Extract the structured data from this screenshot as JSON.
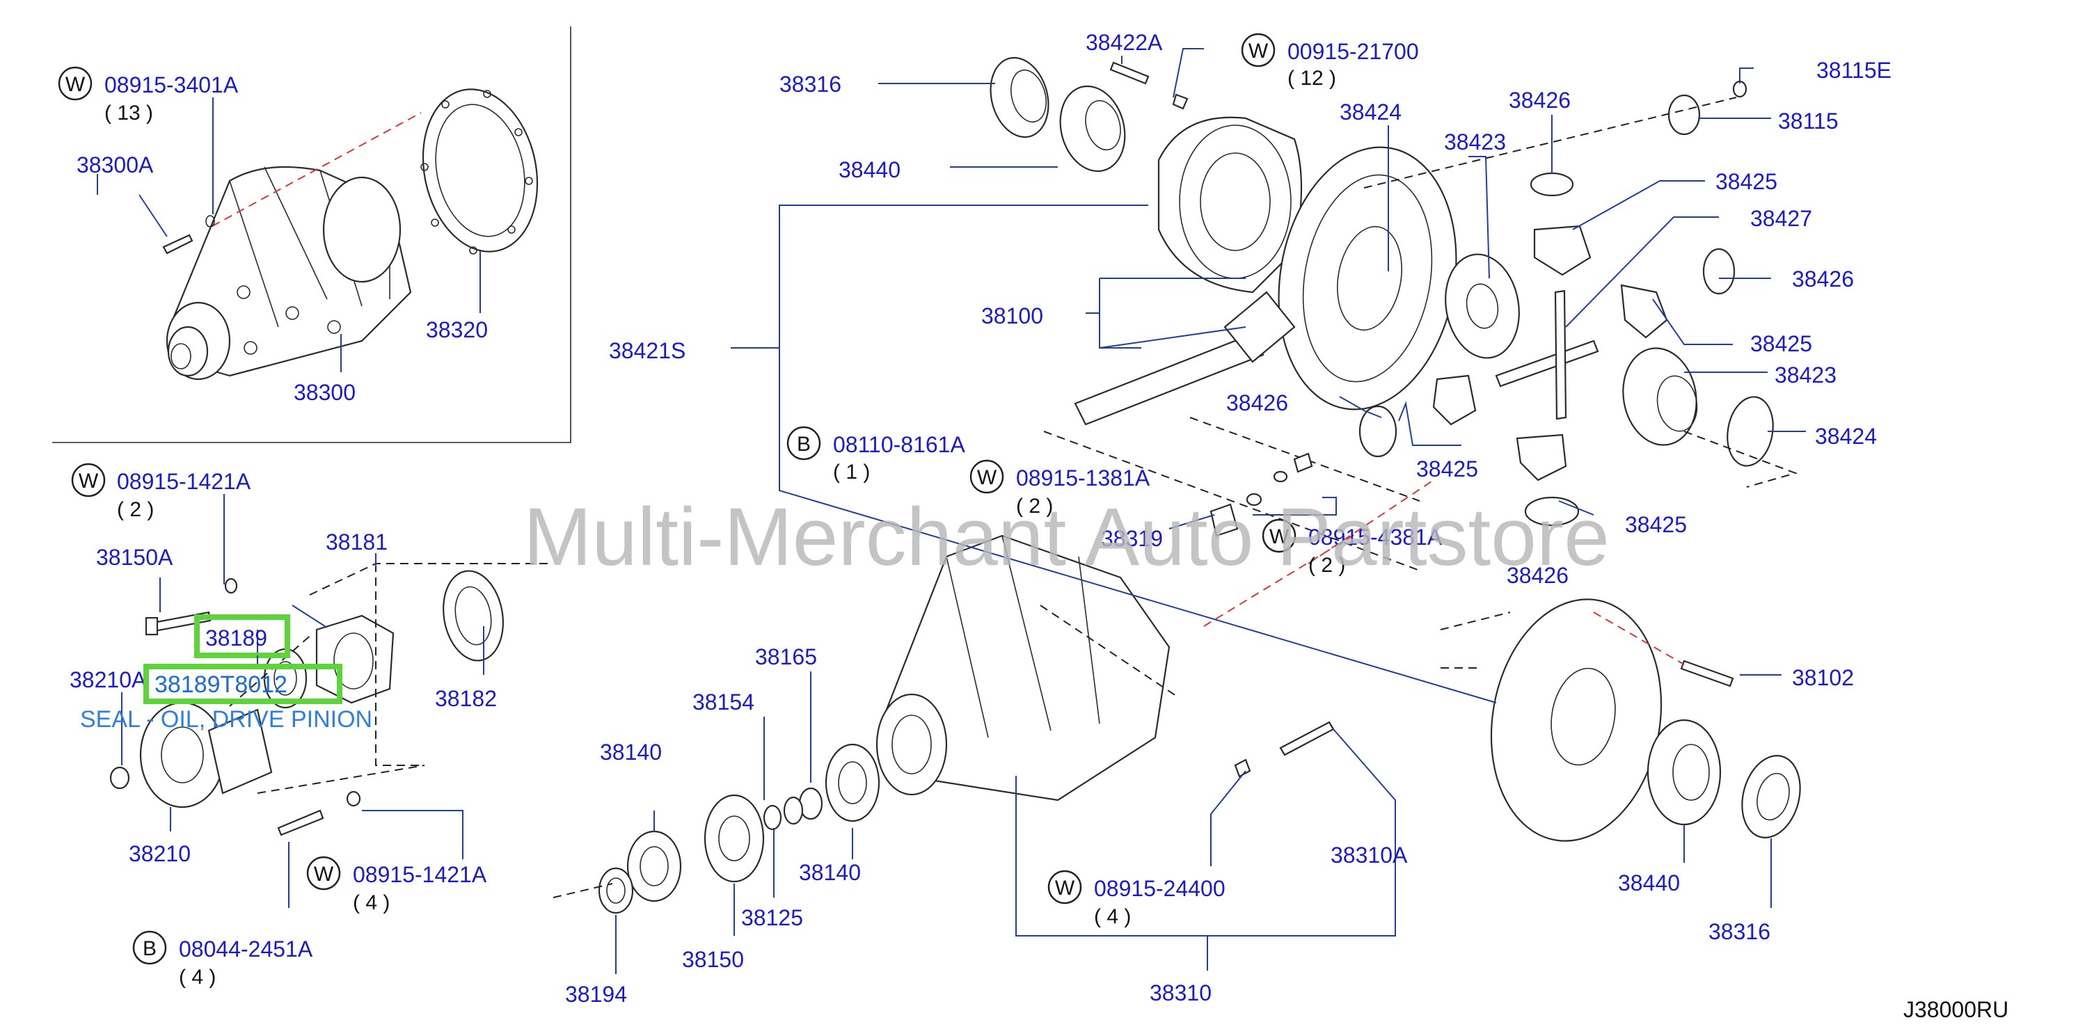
{
  "watermark": "Multi-Merchant Auto Partstore",
  "diagram_code": "J38000RU",
  "highlight": {
    "part": "38189",
    "part_number": "38189T8012",
    "description": "SEAL - OIL, DRIVE PINION"
  },
  "labels": {
    "p38316a": "38316",
    "p38440a": "38440",
    "p38422A": "38422A",
    "p38424a": "38424",
    "p38423a": "38423",
    "p38426a": "38426",
    "p38115E": "38115E",
    "p38115": "38115",
    "p38425a": "38425",
    "p38427": "38427",
    "p38426b": "38426",
    "p38425b": "38425",
    "p38100": "38100",
    "p38421S": "38421S",
    "p38423b": "38423",
    "p38426c": "38426",
    "p38424b": "38424",
    "p38425c": "38425",
    "p38425d": "38425",
    "p38319": "38319",
    "p38426d": "38426",
    "p38102": "38102",
    "p38300A": "38300A",
    "p38320": "38320",
    "p38300": "38300",
    "p38150A": "38150A",
    "p38181": "38181",
    "p38210A": "38210A",
    "p38182": "38182",
    "p38210": "38210",
    "p38140a": "38140",
    "p38154": "38154",
    "p38165": "38165",
    "p38140b": "38140",
    "p38125": "38125",
    "p38150": "38150",
    "p38194": "38194",
    "p38310A": "38310A",
    "p38310": "38310",
    "p38440b": "38440",
    "p38316b": "38316"
  },
  "callouts": {
    "w1": {
      "prefix": "W",
      "code": "08915-3401A",
      "qty": "( 13 )"
    },
    "w2": {
      "prefix": "W",
      "code": "00915-21700",
      "qty": "( 12 )"
    },
    "b1": {
      "prefix": "B",
      "code": "08110-8161A",
      "qty": "( 1 )"
    },
    "w3": {
      "prefix": "W",
      "code": "08915-1381A",
      "qty": "( 2 )"
    },
    "w4": {
      "prefix": "W",
      "code": "08915-4381A",
      "qty": "( 2 )"
    },
    "w5": {
      "prefix": "W",
      "code": "08915-1421A",
      "qty": "( 2 )"
    },
    "w6": {
      "prefix": "W",
      "code": "08915-1421A",
      "qty": "( 4 )"
    },
    "b2": {
      "prefix": "B",
      "code": "08044-2451A",
      "qty": "( 4 )"
    },
    "w7": {
      "prefix": "W",
      "code": "08915-24400",
      "qty": "( 4 )"
    }
  }
}
